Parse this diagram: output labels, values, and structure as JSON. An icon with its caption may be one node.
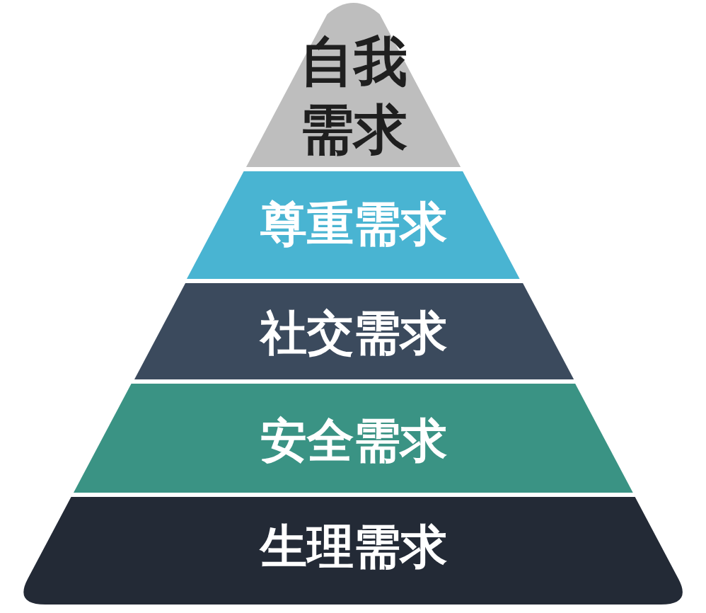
{
  "diagram": {
    "nodes": [
      {
        "text": [
          "自我需求"
        ]
      },
      {
        "text": [
          "尊重需求"
        ]
      },
      {
        "text": [
          "社交需求"
        ]
      },
      {
        "text": [
          "安全需求"
        ]
      },
      {
        "text": [
          "生理需求"
        ]
      }
    ]
  }
}
